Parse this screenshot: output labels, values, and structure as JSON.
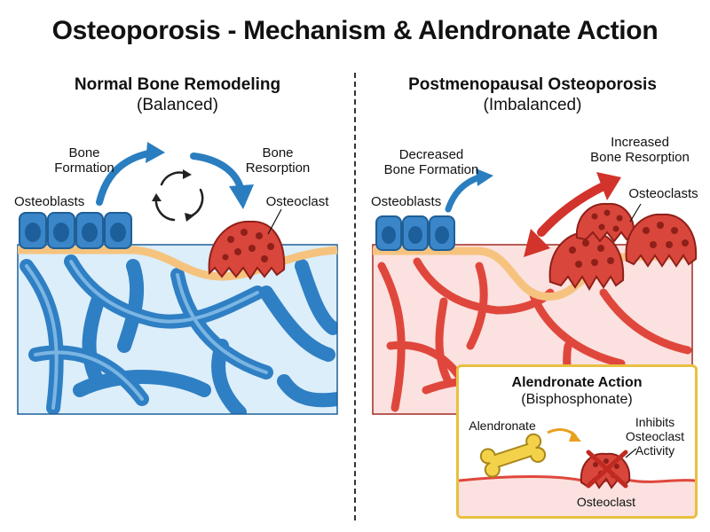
{
  "title": "Osteoporosis - Mechanism & Alendronate Action",
  "left_panel": {
    "heading": "Normal Bone Remodeling",
    "subheading": "(Balanced)",
    "label_formation_line1": "Bone",
    "label_formation_line2": "Formation",
    "label_resorption_line1": "Bone",
    "label_resorption_line2": "Resorption",
    "label_osteoblasts": "Osteoblasts",
    "label_osteoclast": "Osteoclast"
  },
  "right_panel": {
    "heading": "Postmenopausal Osteoporosis",
    "subheading": "(Imbalanced)",
    "label_decreased_line1": "Decreased",
    "label_decreased_line2": "Bone Formation",
    "label_increased_line1": "Increased",
    "label_increased_line2": "Bone Resorption",
    "label_osteoblasts": "Osteoblasts",
    "label_osteoclasts": "Osteoclasts"
  },
  "alendronate_box": {
    "title": "Alendronate Action",
    "subtitle": "(Bisphosphonate)",
    "label_drug": "Alendronate",
    "label_inhibits_line1": "Inhibits",
    "label_inhibits_line2": "Osteoclast",
    "label_inhibits_line3": "Activity",
    "label_osteoclast": "Osteoclast"
  },
  "colors": {
    "healthy_bone": "#2f7fc4",
    "healthy_marrow": "#dbeefa",
    "osteoporotic_bone": "#e0473c",
    "osteoporotic_marrow": "#fbe1df",
    "cell_blue": "#3a86c8",
    "osteoclast_red": "#d9463b",
    "surface_orange": "#f6c37f",
    "arrow_blue": "#2a7ec0",
    "arrow_red": "#d2332a",
    "box_border": "#e8c040",
    "bone_yellow": "#f3d24a"
  }
}
